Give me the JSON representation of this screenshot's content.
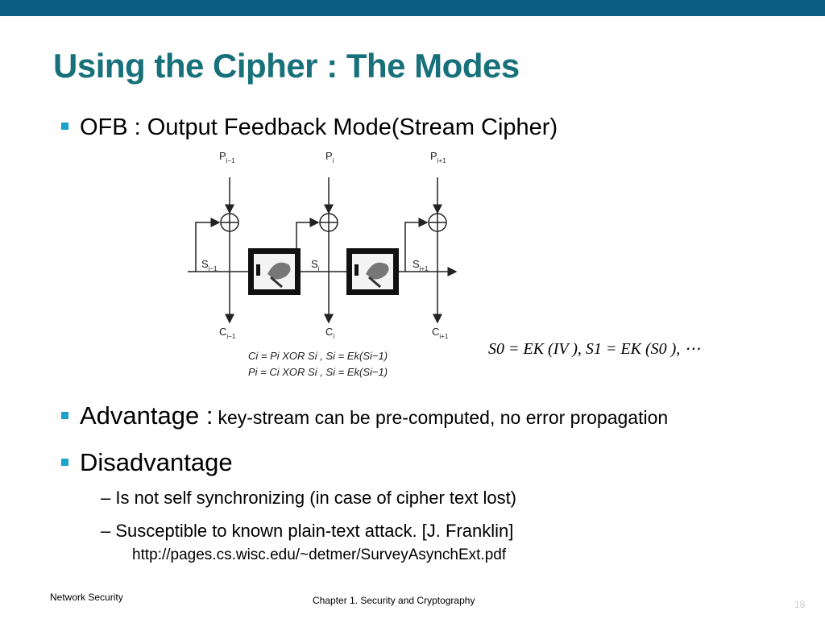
{
  "slide": {
    "title": "Using the Cipher : The Modes",
    "bullets": [
      {
        "label": "OFB : Output Feedback Mode(Stream Cipher)"
      },
      {
        "label": "Advantage :",
        "detail": "key-stream can be pre-computed, no error propagation"
      },
      {
        "label": "Disadvantage",
        "subitems": [
          "– Is not self synchronizing (in case of cipher text lost)",
          "– Susceptible to known plain-text attack. [J. Franklin]"
        ],
        "url": "http://pages.cs.wisc.edu/~detmer/SurveyAsynchExt.pdf"
      }
    ],
    "formula": "S0 = EK (IV ), S1 = EK (S0 ), ⋯"
  },
  "diagram": {
    "plaintext_labels": [
      "P",
      "P",
      "P"
    ],
    "plaintext_subs": [
      "i−1",
      "i",
      "i+1"
    ],
    "state_labels": [
      "S",
      "S",
      "S"
    ],
    "state_subs": [
      "i−1",
      "i",
      "i+1"
    ],
    "cipher_labels": [
      "C",
      "C",
      "C"
    ],
    "cipher_subs": [
      "i−1",
      "i",
      "i+1"
    ],
    "eq1": "Ci = Pi XOR Si , Si = Ek(Si−1)",
    "eq2": "Pi = Ci XOR Si , Si = Ek(Si−1)"
  },
  "footer": {
    "left": "Network Security",
    "center": "Chapter 1. Security and Cryptography",
    "page": "18"
  },
  "colors": {
    "band": "#0b5c82",
    "title": "#17707a",
    "bullet": "#1aa2c9"
  }
}
